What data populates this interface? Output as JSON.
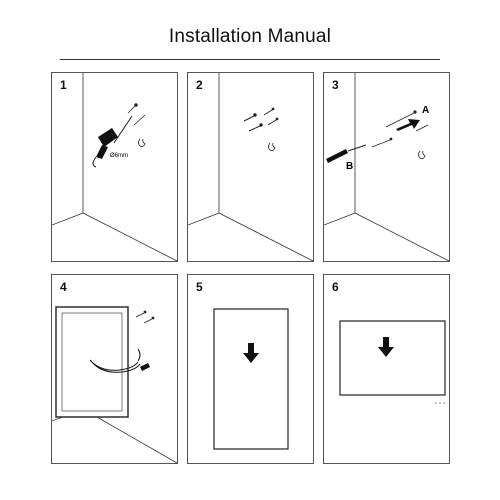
{
  "title": "Installation Manual",
  "steps": [
    {
      "number": "1",
      "drill_size": "Ø6mm"
    },
    {
      "number": "2"
    },
    {
      "number": "3",
      "label_a": "A",
      "label_b": "B"
    },
    {
      "number": "4"
    },
    {
      "number": "5"
    },
    {
      "number": "6"
    }
  ]
}
